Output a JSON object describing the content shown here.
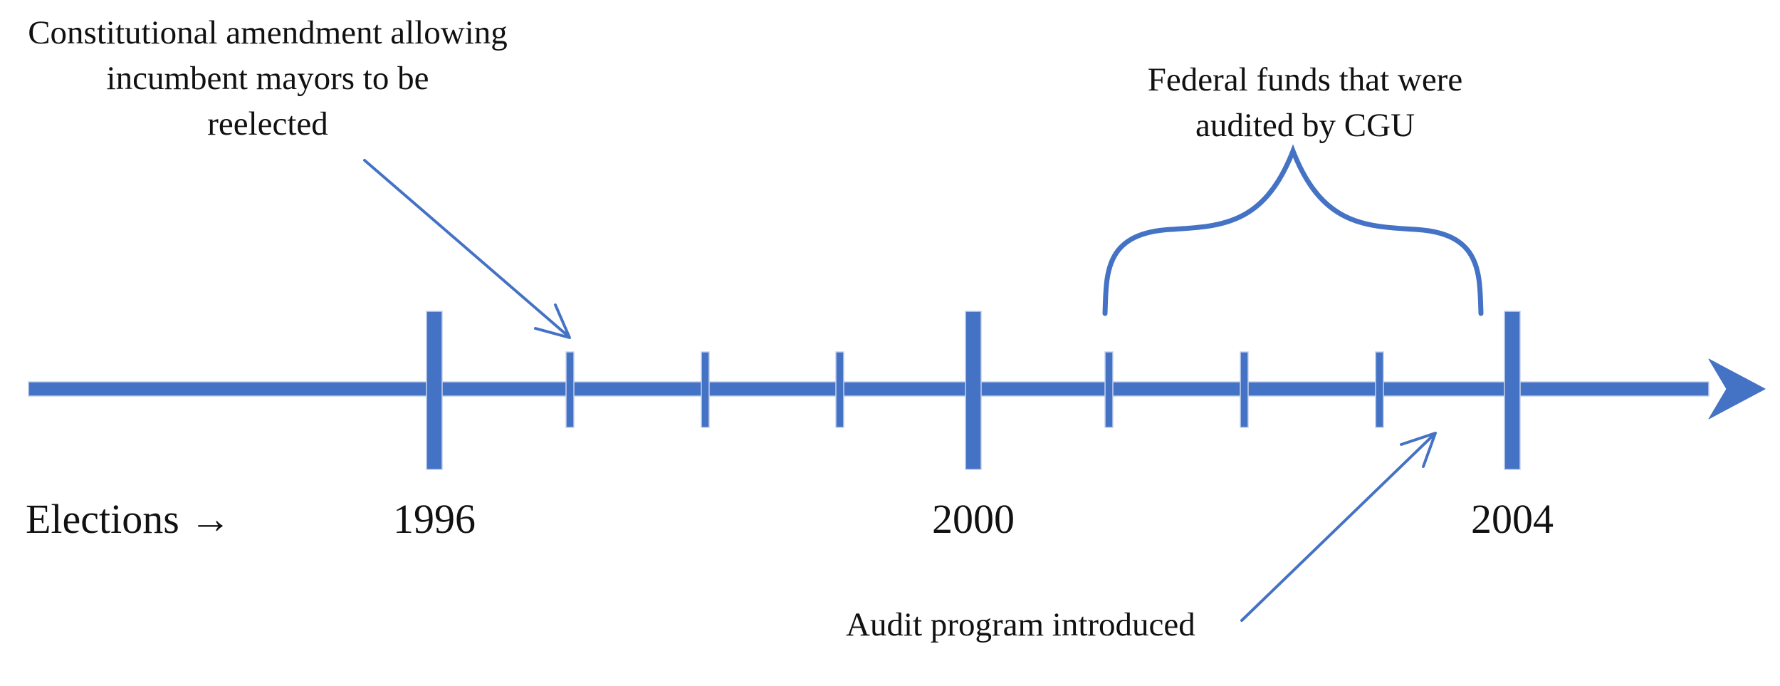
{
  "colors": {
    "accent": "#4472C4",
    "ink": "#111111",
    "background": "#FFFFFF"
  },
  "timeline": {
    "axis_label": "Elections →",
    "years": [
      {
        "label": "1996"
      },
      {
        "label": "2000"
      },
      {
        "label": "2004"
      }
    ]
  },
  "annotations": {
    "amendment": {
      "text": "Constitutional amendment allowing\nincumbent mayors to be\nreelected"
    },
    "federal_funds": {
      "text": "Federal funds that were\naudited by CGU"
    },
    "audit": {
      "text": "Audit program introduced"
    }
  }
}
